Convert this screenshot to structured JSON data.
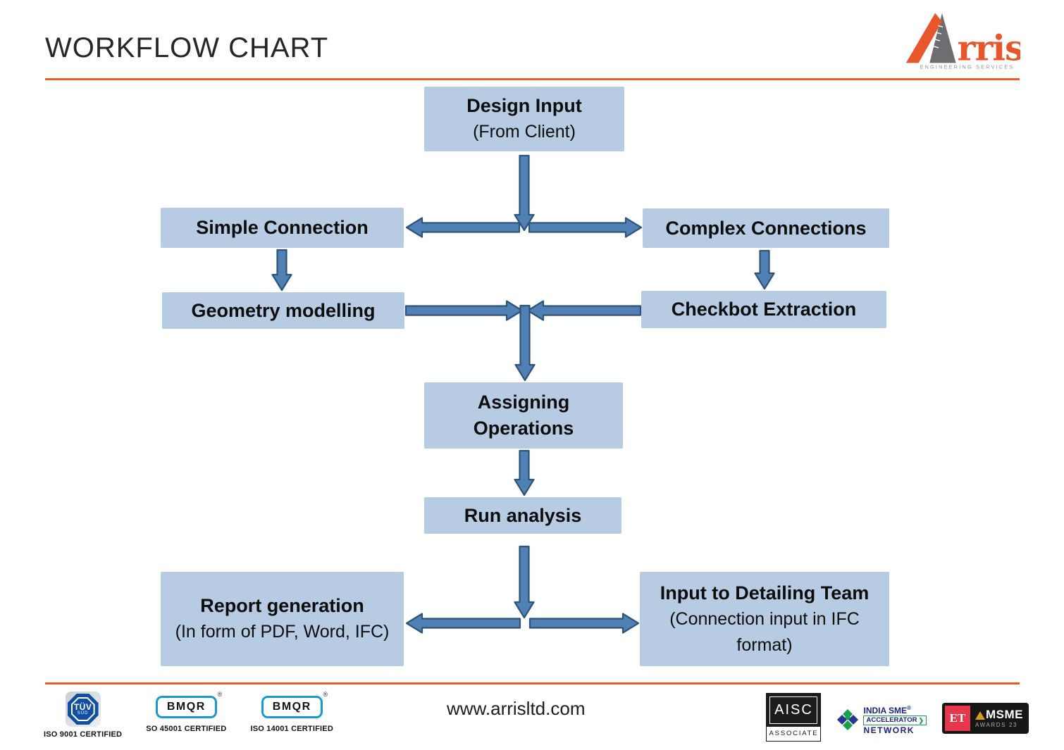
{
  "header": {
    "title": "WORKFLOW CHART"
  },
  "brand": {
    "wordmark": "rris",
    "tagline": "ENGINEERING SERVICES"
  },
  "flowchart": {
    "nodes": {
      "design_input": {
        "title": "Design Input",
        "subtitle": "(From Client)"
      },
      "simple_connection": {
        "title": "Simple Connection"
      },
      "complex_connections": {
        "title": "Complex Connections"
      },
      "geometry_modelling": {
        "title": "Geometry modelling"
      },
      "checkbot_extraction": {
        "title": "Checkbot Extraction"
      },
      "assigning_operations": {
        "title": "Assigning Operations"
      },
      "run_analysis": {
        "title": "Run analysis"
      },
      "report_generation": {
        "title": "Report generation",
        "subtitle": "(In form of PDF, Word, IFC)"
      },
      "input_to_detailing_team": {
        "title": "Input to Detailing Team",
        "subtitle": "(Connection input in IFC format)"
      }
    }
  },
  "footer": {
    "website": "www.arrisltd.com",
    "certifications": [
      {
        "logo_top": "TÜV",
        "logo_bottom": "SÜD",
        "label": "ISO 9001 CERTIFIED"
      },
      {
        "logo_text": "BMQR",
        "reg": "®",
        "label": "SO 45001 CERTIFIED"
      },
      {
        "logo_text": "BMQR",
        "reg": "®",
        "label": "ISO 14001 CERTIFIED"
      }
    ],
    "badges": {
      "aisc": {
        "title": "AISC",
        "subtitle": "ASSOCIATE"
      },
      "india_sme": {
        "line1": "INDIA SME",
        "reg": "®",
        "line2": "ACCELERATOR",
        "line3": "NETWORK"
      },
      "et_msme": {
        "et": "ET",
        "msme": "MSME",
        "awards": "AWARDS 23"
      }
    }
  },
  "colors": {
    "accent_orange": "#EB5B28",
    "node_fill": "#B7CBE3",
    "arrow_fill": "#5180B4",
    "arrow_stroke": "#2E5379"
  }
}
